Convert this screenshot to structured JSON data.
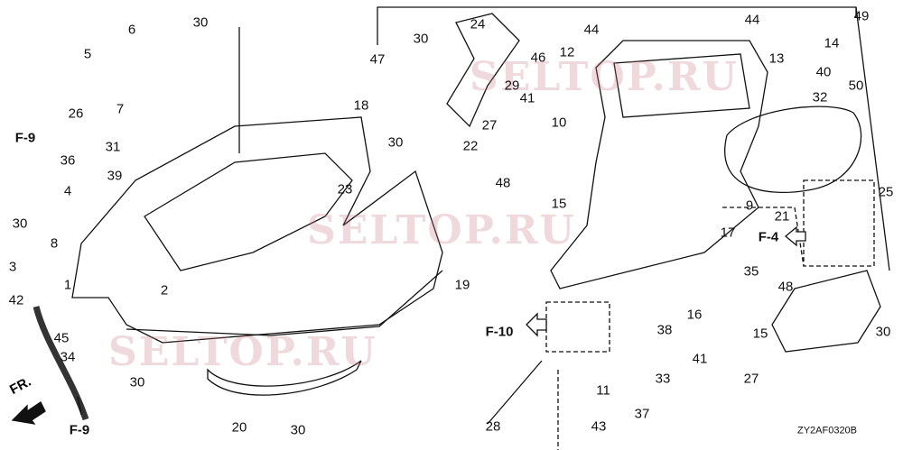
{
  "diagram": {
    "code": "ZY2AF0320B",
    "front_marker": "FR.",
    "watermarks": [
      "SELTOP.RU",
      "SELTOP.RU",
      "SELTOP.RU"
    ],
    "part_labels": [
      "30",
      "6",
      "5",
      "7",
      "26",
      "36",
      "31",
      "39",
      "4",
      "30",
      "8",
      "3",
      "1",
      "42",
      "2",
      "45",
      "34",
      "30",
      "18",
      "23",
      "19",
      "20",
      "30",
      "24",
      "30",
      "47",
      "29",
      "46",
      "12",
      "41",
      "27",
      "10",
      "30",
      "22",
      "48",
      "15",
      "44",
      "44",
      "49",
      "13",
      "14",
      "40",
      "32",
      "50",
      "9",
      "25",
      "21",
      "17",
      "35",
      "48",
      "15",
      "16",
      "38",
      "30",
      "33",
      "41",
      "27",
      "11",
      "37",
      "43",
      "28"
    ],
    "ref_labels": [
      "F-9",
      "F-9",
      "F-4",
      "F-10"
    ]
  }
}
